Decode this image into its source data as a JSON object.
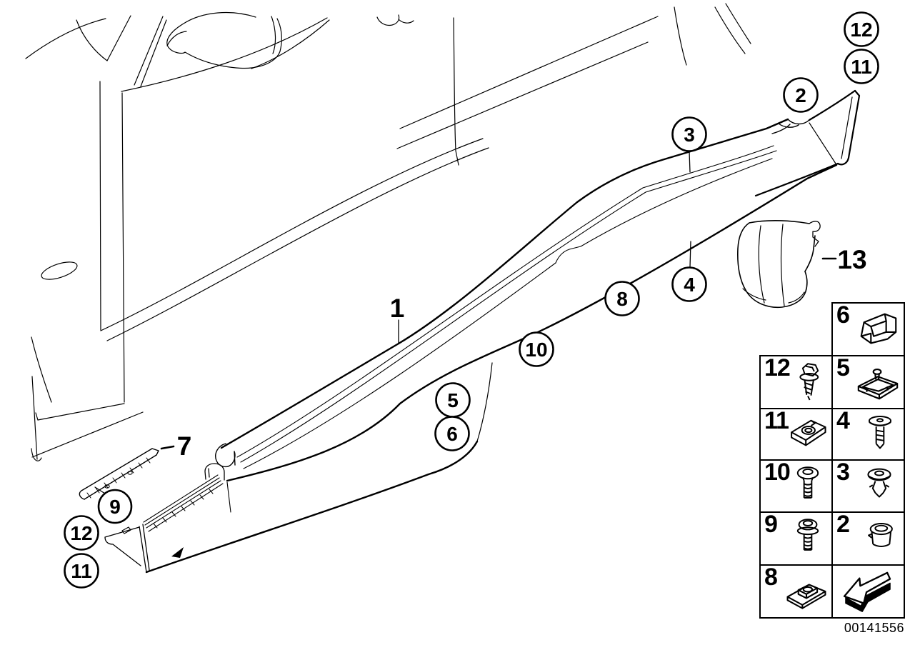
{
  "callouts": [
    {
      "label": "12"
    },
    {
      "label": "11"
    },
    {
      "label": "2"
    },
    {
      "label": "3"
    },
    {
      "label": "4"
    },
    {
      "label": "8"
    },
    {
      "label": "10"
    },
    {
      "label": "5"
    },
    {
      "label": "6"
    },
    {
      "label": "9"
    },
    {
      "label": "12"
    },
    {
      "label": "11"
    }
  ],
  "labels": [
    {
      "label": "1"
    },
    {
      "label": "7"
    },
    {
      "label": "13"
    }
  ],
  "legend": {
    "cells": [
      {
        "number": "6",
        "icon": "mounting-clip-icon"
      },
      {
        "number": "12",
        "icon": "hex-flange-screw-icon"
      },
      {
        "number": "5",
        "icon": "retainer-clip-icon"
      },
      {
        "number": "11",
        "icon": "speed-nut-icon"
      },
      {
        "number": "4",
        "icon": "expansion-rivet-icon"
      },
      {
        "number": "10",
        "icon": "torx-screw-icon"
      },
      {
        "number": "3",
        "icon": "expanding-plug-icon"
      },
      {
        "number": "9",
        "icon": "torx-screw-washer-icon"
      },
      {
        "number": "2",
        "icon": "threaded-grommet-icon"
      },
      {
        "number": "8",
        "icon": "weld-nut-plate-icon"
      }
    ],
    "arrow_icon": "direction-arrow-icon"
  },
  "footer": {
    "image_number": "00141556"
  },
  "colors": {
    "line": "#000000",
    "background": "#ffffff"
  }
}
